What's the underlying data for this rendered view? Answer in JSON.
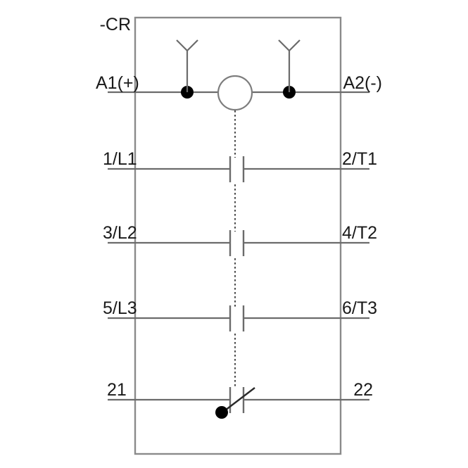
{
  "diagram": {
    "title": "-CR",
    "device_tag": "-CR",
    "type": "contactor-relay-schematic",
    "colors": {
      "wire": "#6b6b6b",
      "box_border": "#8a8a8a",
      "dot": "#000000",
      "text": "#1a1a1a",
      "background": "#ffffff",
      "mechanical_link": "#4a4a4a"
    },
    "coil": {
      "left_terminal_label": "A1(+)",
      "right_terminal_label": "A2(-)",
      "symbol": "circle-coil"
    },
    "terminals_top": [
      {
        "name": "terminal-symbol-a1",
        "shape": "y-terminal"
      },
      {
        "name": "terminal-symbol-a2",
        "shape": "y-terminal"
      }
    ],
    "contacts": [
      {
        "left_label": "1/L1",
        "right_label": "2/T1",
        "kind": "normally-open",
        "name": "contact-l1-t1"
      },
      {
        "left_label": "3/L2",
        "right_label": "4/T2",
        "kind": "normally-open",
        "name": "contact-l2-t2"
      },
      {
        "left_label": "5/L3",
        "right_label": "6/T3",
        "kind": "normally-open",
        "name": "contact-l3-t3"
      },
      {
        "left_label": "21",
        "right_label": "22",
        "kind": "normally-closed",
        "name": "contact-21-22"
      }
    ]
  }
}
